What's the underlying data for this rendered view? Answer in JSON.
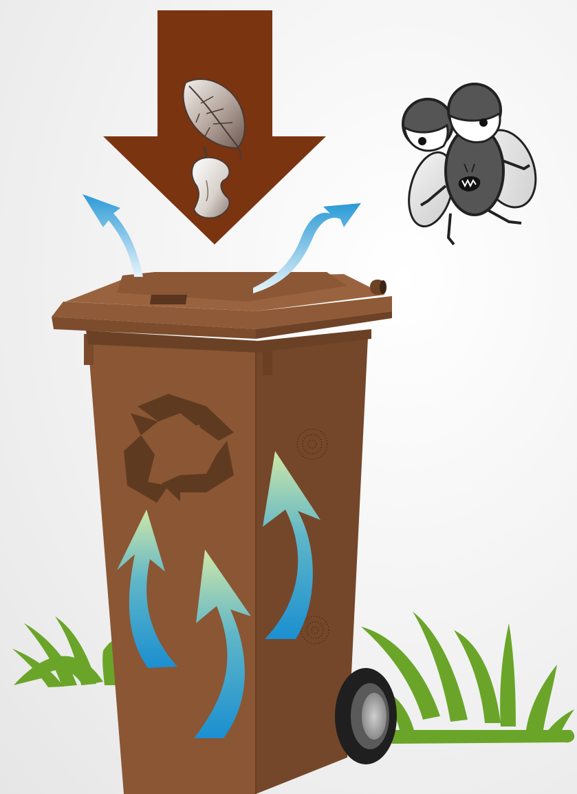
{
  "illustration": {
    "subject": "brown-compost-bin",
    "elements": [
      "down-arrow",
      "leaf-icon",
      "apple-core-icon",
      "fly",
      "recycle-icon",
      "airflow-arrows",
      "grass",
      "wheel"
    ]
  },
  "colors": {
    "background": "#f0f0f0",
    "bin_body": "#8a5634",
    "bin_side": "#74472a",
    "bin_lid": "#8f5a37",
    "down_arrow": "#7a3410",
    "recycle_symbol": "#5e3a20",
    "airflow_start": "#1b8fd0",
    "airflow_end": "#cfe7a8",
    "grass": "#6aa52a",
    "fly_body": "#555555",
    "wheel": "#1f1f1f"
  }
}
